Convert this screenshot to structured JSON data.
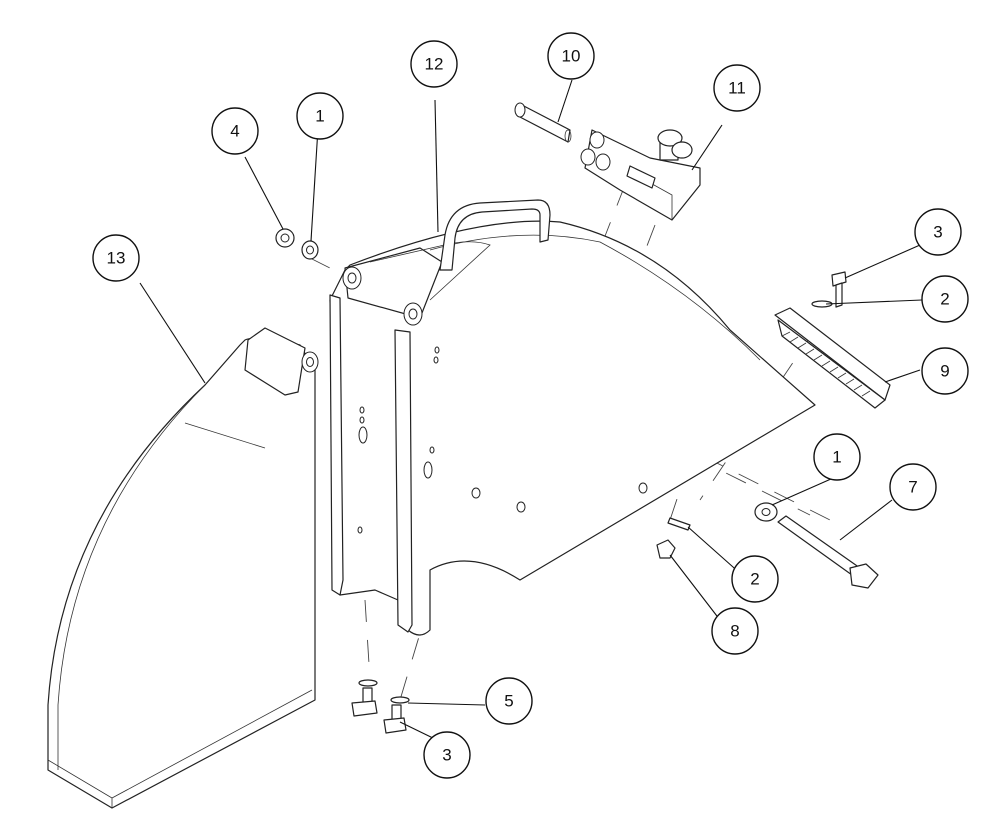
{
  "callouts": [
    {
      "id": "c4",
      "label": "4"
    },
    {
      "id": "c1a",
      "label": "1"
    },
    {
      "id": "c12",
      "label": "12"
    },
    {
      "id": "c10",
      "label": "10"
    },
    {
      "id": "c11",
      "label": "11"
    },
    {
      "id": "c13",
      "label": "13"
    },
    {
      "id": "c3a",
      "label": "3"
    },
    {
      "id": "c2a",
      "label": "2"
    },
    {
      "id": "c9",
      "label": "9"
    },
    {
      "id": "c1b",
      "label": "1"
    },
    {
      "id": "c7",
      "label": "7"
    },
    {
      "id": "c2b",
      "label": "2"
    },
    {
      "id": "c8",
      "label": "8"
    },
    {
      "id": "c5",
      "label": "5"
    },
    {
      "id": "c3b",
      "label": "3"
    }
  ]
}
